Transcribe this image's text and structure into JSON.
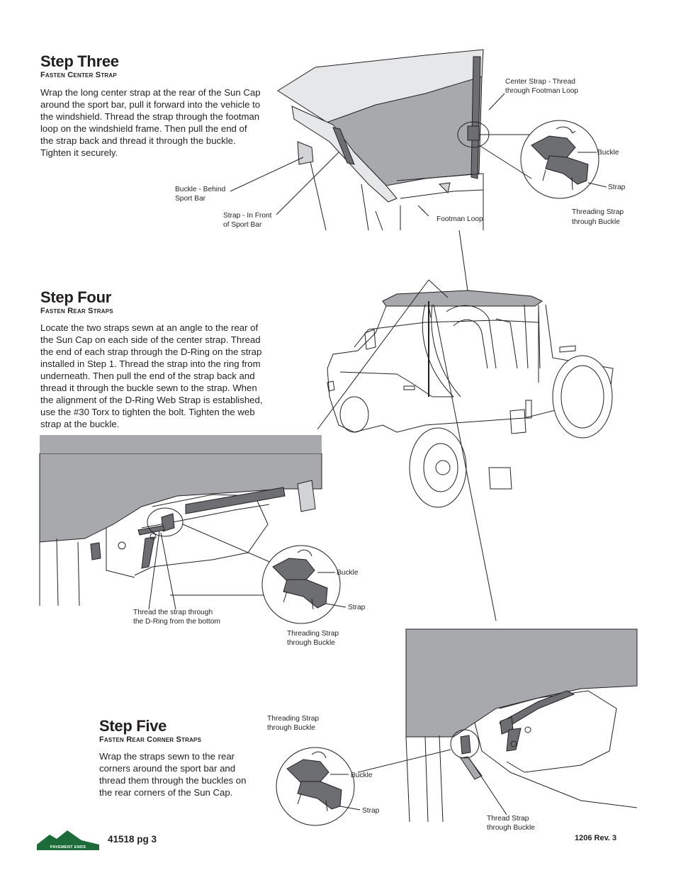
{
  "step3": {
    "title": "Step Three",
    "subtitle": "Fasten Center Strap",
    "body": "Wrap the long center strap at the rear of the Sun Cap around the sport bar, pull it forward into the vehicle to the windshield. Thread the strap through the footman loop on the windshield frame. Then pull the end of the strap back and thread it through the buckle. Tighten it securely.",
    "labels": {
      "center_strap_1": "Center Strap - Thread",
      "center_strap_2": "through Footman Loop",
      "buckle": "Buckle",
      "strap": "Strap",
      "buckle_behind_1": "Buckle - Behind",
      "buckle_behind_2": "Sport Bar",
      "strap_front_1": "Strap - In Front",
      "strap_front_2": "of Sport Bar",
      "footman_loop": "Footman Loop",
      "threading_1": "Threading Strap",
      "threading_2": "through Buckle"
    }
  },
  "step4": {
    "title": "Step Four",
    "subtitle": "Fasten Rear Straps",
    "body": "Locate the two straps sewn at an angle to the rear of the Sun Cap on each side of the center strap. Thread the end of each strap through the D-Ring on the strap installed in Step 1. Thread the strap into the ring from underneath. Then pull the end of the strap back and thread it through the buckle sewn to the strap. When the alignment of the D-Ring Web Strap is established, use the #30 Torx to tighten the bolt. Tighten the web strap at the buckle.",
    "labels": {
      "buckle": "Buckle",
      "strap": "Strap",
      "dring_1": "Thread the strap through",
      "dring_2": "the D-Ring from the bottom",
      "threading_1": "Threading Strap",
      "threading_2": "through Buckle"
    }
  },
  "step5": {
    "title": "Step Five",
    "subtitle": "Fasten Rear Corner Straps",
    "body": "Wrap the straps sewn to the rear corners around the sport bar and thread them through the buckles on the rear corners of the Sun Cap.",
    "labels": {
      "threading_1": "Threading Strap",
      "threading_2": "through Buckle",
      "buckle": "Buckle",
      "strap": "Strap",
      "thread_strap_1": "Thread Strap",
      "thread_strap_2": "through Buckle"
    }
  },
  "footer": {
    "brand": "PAVEMENT ENDS",
    "page": "41518  pg 3",
    "rev": "1206  Rev.  3"
  },
  "colors": {
    "cap_fill": "#a7a9ac",
    "line": "#231f20",
    "dark_strap": "#6d6e71",
    "logo_green": "#1e6b3a"
  }
}
